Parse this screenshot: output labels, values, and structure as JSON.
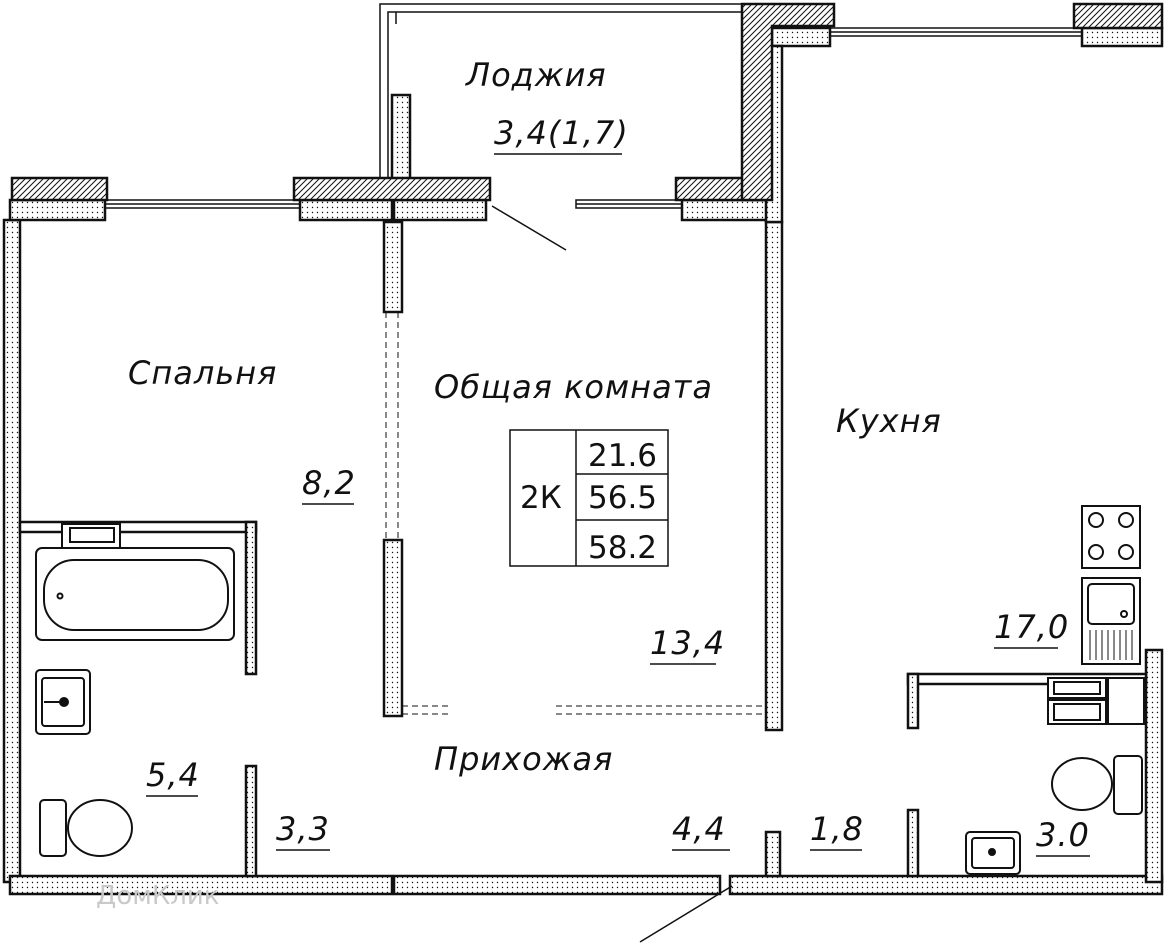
{
  "rooms": {
    "loggia": {
      "name": "Лоджия",
      "area": "3,4(1,7)"
    },
    "bedroom": {
      "name": "Спальня",
      "area": "8,2"
    },
    "living": {
      "name": "Общая комната",
      "area": "13,4"
    },
    "kitchen": {
      "name": "Кухня",
      "area": "17,0"
    },
    "hallway": {
      "name": "Прихожая",
      "area": "4,4"
    },
    "bathroom": {
      "area": "5,4"
    },
    "closet": {
      "area": "3,3"
    },
    "corridor": {
      "area": "1,8"
    },
    "wc": {
      "area": "3.0"
    }
  },
  "summary": {
    "type": "2К",
    "living_area": "21.6",
    "useful_area": "56.5",
    "total_area": "58.2"
  },
  "watermark": "ДомКлик",
  "colors": {
    "line": "#111111",
    "hatch": "#111111",
    "background": "#ffffff"
  }
}
